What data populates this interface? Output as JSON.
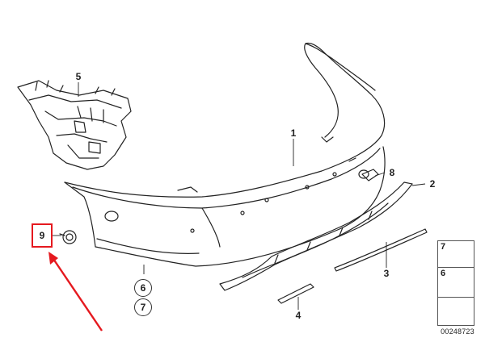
{
  "diagram": {
    "callouts": {
      "bumper": "1",
      "trim_strip_lower": "2",
      "moulding": "3",
      "reflector": "4",
      "bracket": "5",
      "tow_eye_cover": "8",
      "cap": "9"
    },
    "ring_labels": {
      "ring_upper": "6",
      "ring_lower": "7"
    },
    "legend": {
      "items": [
        "7",
        "6"
      ]
    },
    "document_id": "00248723"
  },
  "colors": {
    "highlight": "#e5191f",
    "arrow": "#e5191f",
    "line": "#222222"
  }
}
